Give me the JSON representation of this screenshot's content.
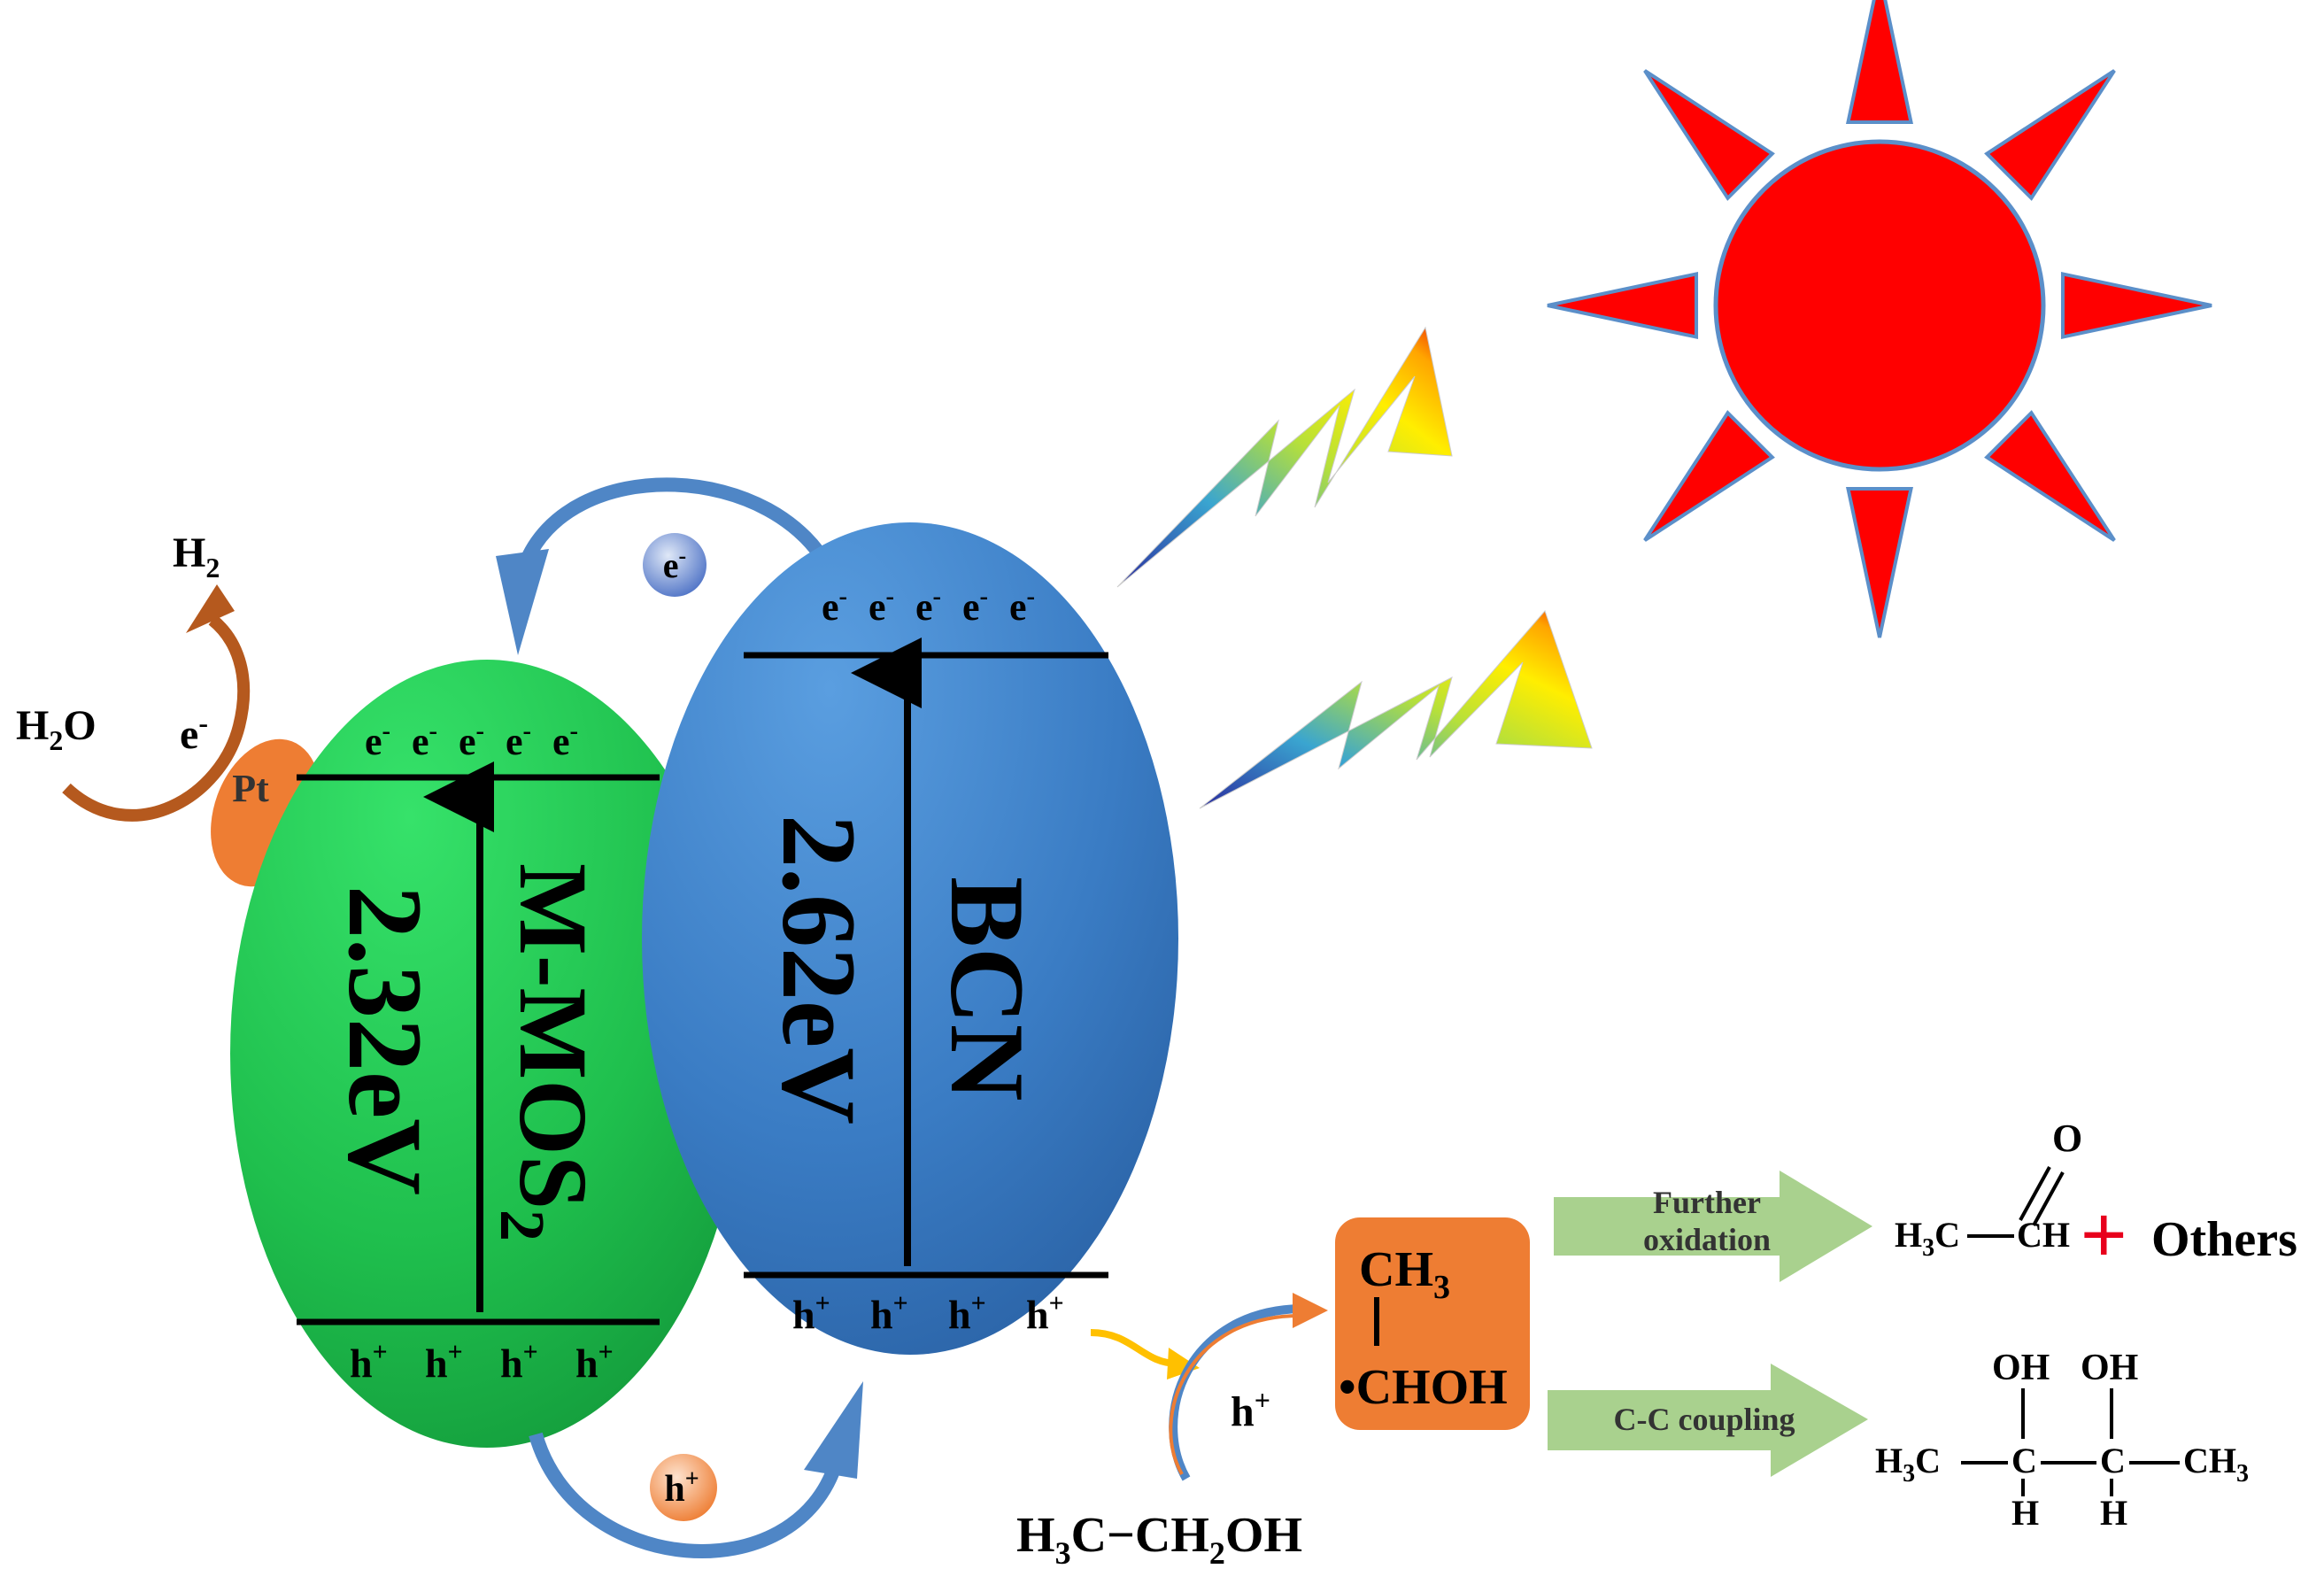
{
  "colors": {
    "sun": "#ff0000",
    "sun_stroke": "#5b8fc9",
    "green": "#1fbf4d",
    "blue": "#3a7cc4",
    "orange": "#ee7d33",
    "arrow_blue": "#4f86c6",
    "arrow_brown": "#b5591e",
    "arrow_green": "#a9d18e",
    "plus": "#e8001c"
  },
  "left_band": {
    "material": "M-MOS",
    "material_sub": "2",
    "gap": "2.32eV",
    "cb_electrons": [
      "e",
      "e",
      "e",
      "e",
      "e"
    ],
    "vb_holes": [
      "h",
      "h",
      "h",
      "h"
    ]
  },
  "right_band": {
    "material": "BCN",
    "gap": "2.62eV",
    "cb_electrons": [
      "e",
      "e",
      "e",
      "e",
      "e"
    ],
    "vb_holes": [
      "h",
      "h",
      "h",
      "h"
    ]
  },
  "electron_transfer": {
    "symbol": "e",
    "sup": "-"
  },
  "hole_transfer": {
    "symbol": "h",
    "sup": "+"
  },
  "hole_sup": "+",
  "electron_sup": "-",
  "cocatalyst": {
    "label": "Pt"
  },
  "hydrogen": {
    "product": "H",
    "product_sub": "2",
    "reactant_a": "H",
    "reactant_sub": "2",
    "reactant_b": "O",
    "electron": "e",
    "electron_sup": "-"
  },
  "ethanol": {
    "a": "H",
    "a_sub": "3",
    "b": "C−CH",
    "b_sub": "2",
    "c": "OH"
  },
  "hole_label": {
    "symbol": "h",
    "sup": "+"
  },
  "radical": {
    "top": "CH",
    "top_sub": "3",
    "bottom": "•CHOH"
  },
  "paths": [
    {
      "line1": "Further",
      "line2": "oxidation"
    },
    {
      "line1": "C-C coupling",
      "line2": ""
    }
  ],
  "acetaldehyde": {
    "o": "O",
    "h3c": "H",
    "h3c_sub": "3",
    "h3c_c": "C",
    "ch": "CH",
    "plus": "+",
    "others": "Others"
  },
  "butanediol": {
    "oh1": "OH",
    "oh2": "OH",
    "h3c": "H",
    "h3c_sub": "3",
    "h3c_c": "C",
    "c1": "C",
    "c2": "C",
    "ch3": "CH",
    "ch3_sub": "3",
    "h1": "H",
    "h2": "H"
  }
}
